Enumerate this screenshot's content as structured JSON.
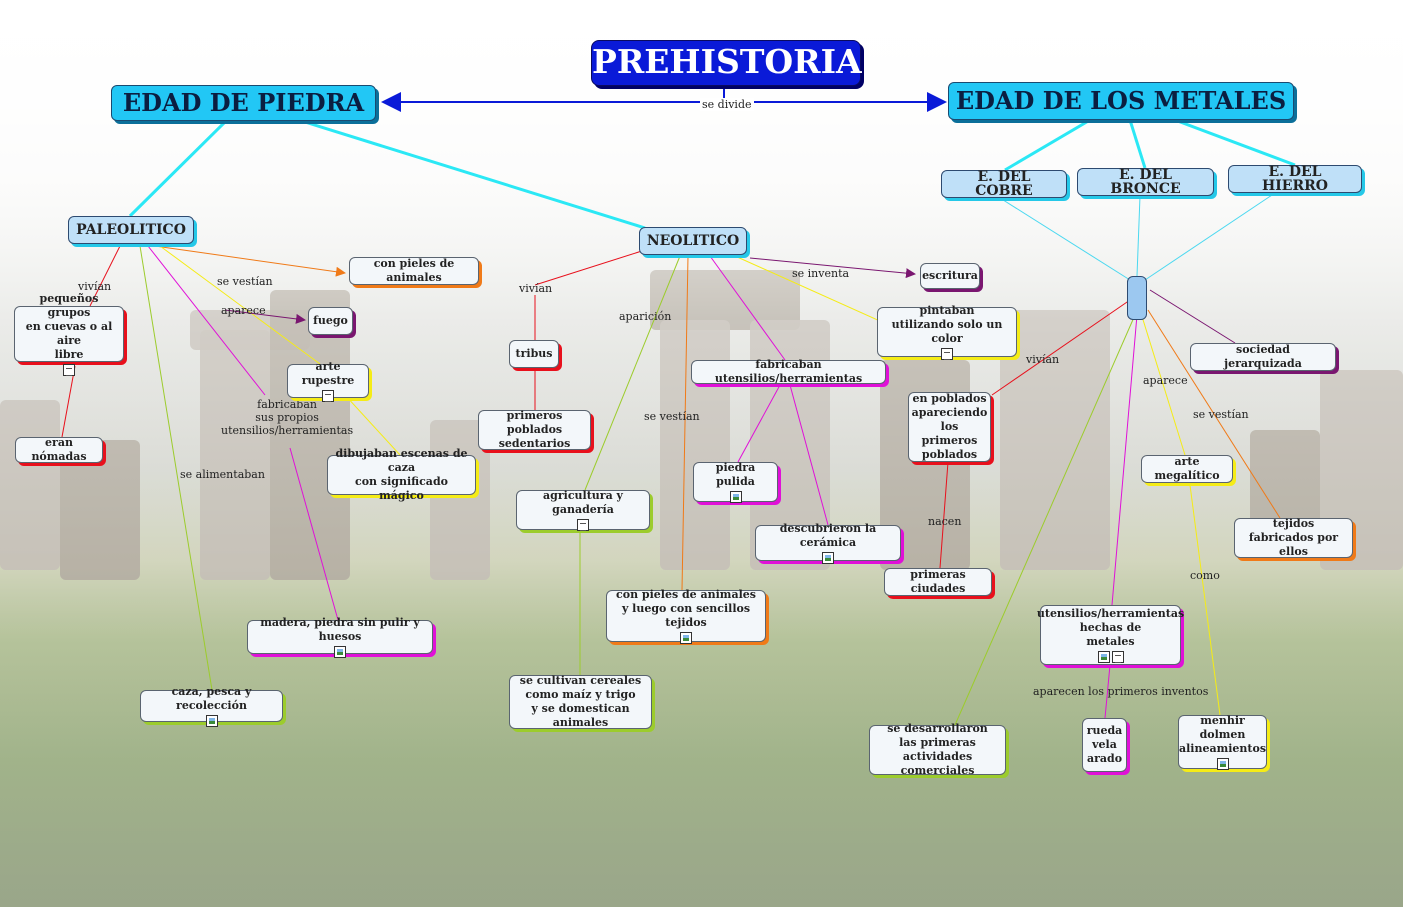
{
  "title": "PREHISTORIA",
  "edad_piedra": "EDAD DE PIEDRA",
  "edad_metales": "EDAD DE LOS METALES",
  "link_se_divide": "se divide",
  "paleolitico": {
    "name": "PALEOLITICO",
    "grupos": "pequeños grupos\nen cuevas o al aire\nlibre",
    "nomadas": "eran nómadas",
    "pieles": "con pieles de animales",
    "fuego": "fuego",
    "arte": "arte rupestre",
    "dibujaban": "dibujaban escenas de caza\ncon significado mágico",
    "madera": "madera, piedra sin pulir y huesos",
    "caza": "caza, pesca y recolección",
    "l_vivian": "vivían",
    "l_vestian": "se vestían",
    "l_aparece": "aparece",
    "l_fabricaban": "fabricaban\nsus propios\nutensilios/herramientas",
    "l_alimentaban": "se alimentaban"
  },
  "neolitico": {
    "name": "NEOLITICO",
    "tribus": "tribus",
    "poblados": "primeros poblados\nsedentarios",
    "agricultura": "agricultura y ganadería",
    "cereales": "se cultivan cereales\ncomo maíz y trigo\ny se domestican animales",
    "pieles": "con pieles de animales\ny luego con sencillos tejidos",
    "fabricaban": "fabricaban utensilios/herramientas",
    "piedra": "piedra pulida",
    "ceramica": "descubrieron la cerámica",
    "pintaban": "pintaban\nutilizando solo un color",
    "escritura": "escritura",
    "l_vivian": "vivían",
    "l_aparicion": "aparición",
    "l_vestian": "se vestían",
    "l_inventa": "se inventa"
  },
  "metales": {
    "cobre": "E. DEL COBRE",
    "bronce": "E. DEL BRONCE",
    "hierro": "E. DEL HIERRO",
    "sociedad": "sociedad jerarquizada",
    "poblados": "en poblados\napareciendo\nlos primeros\npoblados",
    "ciudades": "primeras ciudades",
    "megalitico": "arte megalítico",
    "tejidos": "tejidos\nfabricados por ellos",
    "utensilios": "utensilios/herramientas\nhechas de\nmetales",
    "rueda": "rueda\nvela\narado",
    "menhir": "menhir\ndolmen\nalineamientos",
    "comerciales": "se desarrollaron\nlas primeras\nactividades comerciales",
    "l_vivian": "vivían",
    "l_nacen": "nacen",
    "l_aparece": "aparece",
    "l_vestian": "se vestían",
    "l_como": "como",
    "l_inventos": "aparecen los primeros inventos"
  }
}
